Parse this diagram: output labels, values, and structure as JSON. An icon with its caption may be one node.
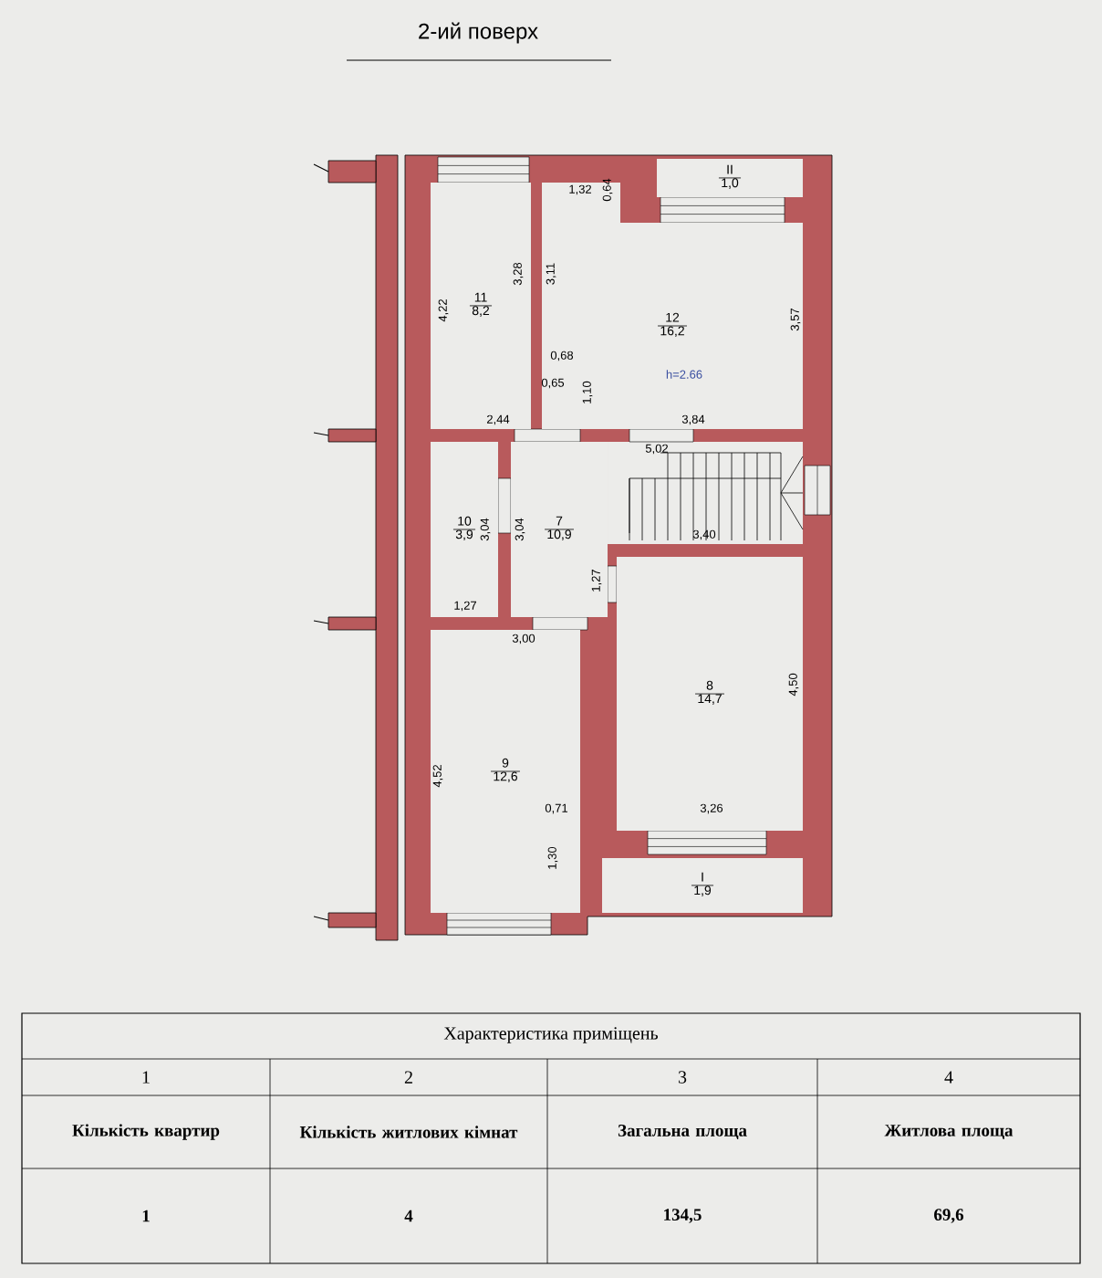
{
  "diagram": {
    "title": "2-ий поверх",
    "nodes": [
      {
        "text": [
          "11",
          "8,2"
        ]
      },
      {
        "text": [
          "12",
          "16,2"
        ]
      },
      {
        "text": [
          "ІІ",
          "1,0"
        ]
      },
      {
        "text": [
          "10",
          "3,9"
        ]
      },
      {
        "text": [
          "7",
          "10,9"
        ]
      },
      {
        "text": [
          "8",
          "14,7"
        ]
      },
      {
        "text": [
          "9",
          "12,6"
        ]
      },
      {
        "text": [
          "І",
          "1,9"
        ]
      }
    ],
    "labels": [
      "4,22",
      "3,28",
      "3,11",
      "1,32",
      "0,64",
      "3,57",
      "0,68",
      "0,65",
      "1,10",
      "h=2.66",
      "2,44",
      "3,84",
      "5,02",
      "3,04",
      "3,04",
      "3,40",
      "1,27",
      "1,27",
      "3,00",
      "4,50",
      "4,52",
      "0,71",
      "3,26",
      "1,30",
      "Характеристика приміщень",
      "1",
      "2",
      "3",
      "4",
      "Кількість квартир",
      "Кількість житлових кімнат",
      "Загальна площа",
      "Житлова площа",
      "1",
      "4",
      "134,5",
      "69,6"
    ]
  }
}
